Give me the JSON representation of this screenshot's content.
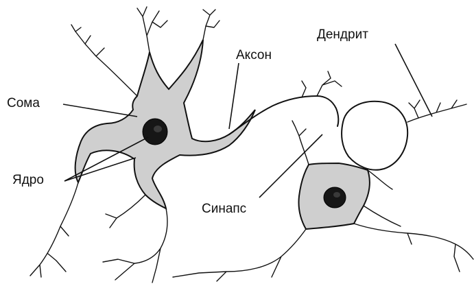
{
  "labels": {
    "soma": "Сома",
    "nucleus": "Ядро",
    "axon": "Аксон",
    "dendrite": "Дендрит",
    "synapse": "Синапс"
  },
  "colors": {
    "cytoplasm": "#cfcfcf",
    "outline": "#111111",
    "nucleus": "#161616",
    "background": "#ffffff"
  }
}
